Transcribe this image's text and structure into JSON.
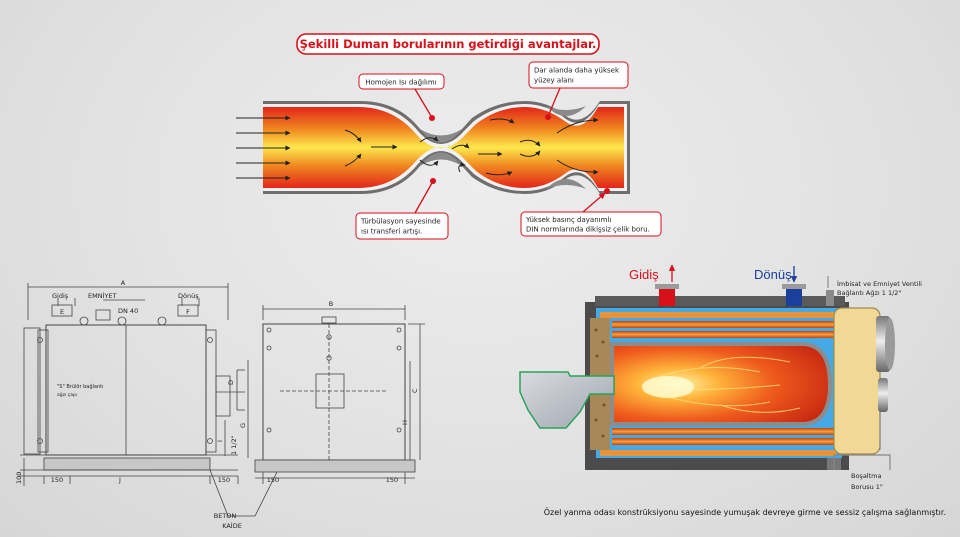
{
  "title": "Şekilli Duman borularının getirdiği avantajlar.",
  "callouts": {
    "homojen": "Homojen Isı dağılımı",
    "dar_alanda_1": "Dar alanda daha yüksek",
    "dar_alanda_2": "yüzey alanı",
    "turbulasyon_1": "Türbülasyon sayesinde",
    "turbulasyon_2": "ısı transferi artışı.",
    "yuksek_basinc_1": "Yüksek basınç dayanımlı",
    "yuksek_basinc_2": "DIN normlarında dikişsiz çelik boru."
  },
  "drawing": {
    "dim_a": "A",
    "gidis": "Gidiş",
    "emniyet": "EMNİYET",
    "donus": "Dönüş",
    "e": "E",
    "f": "F",
    "dn40": "DN 40",
    "brulor_1": "\"S\" Brülör bağlantı",
    "brulor_2": "ağzı çapı",
    "d": "D",
    "g": "G",
    "half": "1 1/2\"",
    "i": "I",
    "v100": "100",
    "v150a": "150",
    "j": "J",
    "v150b": "150",
    "beton": "BETON",
    "kaide": "KAİDE",
    "b": "B",
    "c": "C",
    "h": "H",
    "v150c": "150",
    "v150d": "150"
  },
  "boiler": {
    "gidis": "Gidiş",
    "donus": "Dönüş",
    "imbisat_1": "İmbisat ve Emniyet Ventili",
    "imbisat_2": "Bağlantı Ağzı 1 1/2\"",
    "bosaltma_1": "Boşaltma",
    "bosaltma_2": "Borusu 1\""
  },
  "caption": "Özel yanma odası konstrüksiyonu sayesinde yumuşak devreye girme ve sessiz çalışma sağlanmıştır.",
  "colors": {
    "accent_red": "#d8101a",
    "blue": "#1a3f9c",
    "water": "#45a9e6"
  }
}
